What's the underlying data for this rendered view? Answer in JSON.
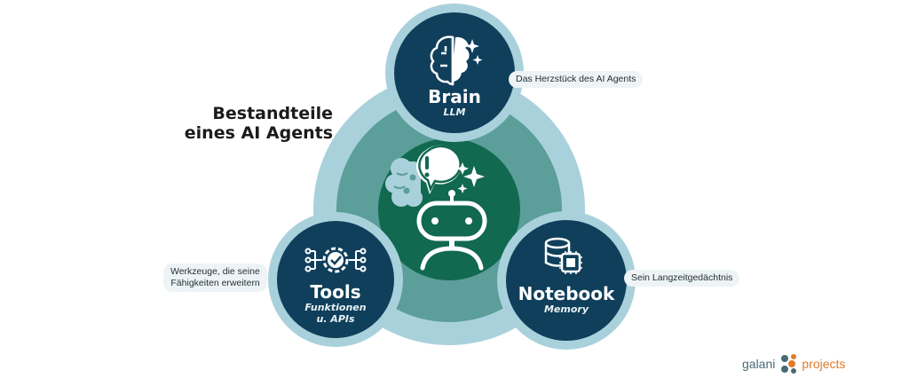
{
  "title_line1": "Bestandteile",
  "title_line2": "eines AI Agents",
  "nodes": {
    "brain": {
      "name": "Brain",
      "sub": "LLM",
      "note": "Das Herzstück des AI Agents",
      "icon": "brain-sparkle-icon"
    },
    "tools": {
      "name": "Tools",
      "sub1": "Funktionen",
      "sub2": "u. APIs",
      "note1": "Werkzeuge, die seine",
      "note2": "Fähigkeiten erweitern",
      "icon": "gear-network-icon"
    },
    "notebook": {
      "name": "Notebook",
      "sub": "Memory",
      "note": "Sein Langzeitgedächtnis",
      "icon": "database-chip-icon"
    }
  },
  "center_icon": "robot-agent-icon",
  "logo": {
    "part1": "galani",
    "part2": "projects"
  },
  "colors": {
    "outer_ring": "#a9d1dc",
    "middle_ring": "#5b9e9a",
    "core": "#11694f",
    "node": "#0f3f5b",
    "logo_accent": "#e07b2a"
  }
}
